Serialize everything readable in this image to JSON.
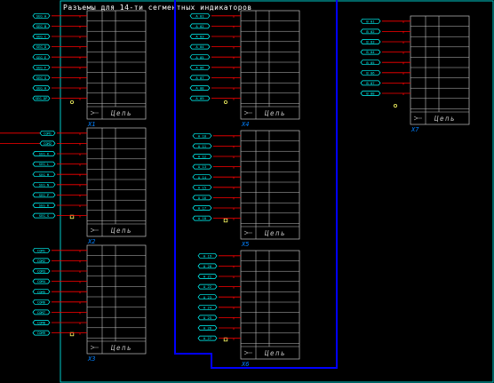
{
  "title": "Разъемы для 14-ти сегментных индикаторов",
  "colors": {
    "background": "#000000",
    "frame": "#00c8c8",
    "bus": "#0000ff",
    "table_line": "#c0c0c0",
    "wire": "#ff0000",
    "net_label": "#00ffff",
    "marker": "#ffff66",
    "designator": "#0080ff"
  },
  "table_footer_text": "Цепь",
  "connectors": [
    {
      "designator": "X1",
      "net_labels": [
        "SEG_A",
        "SEG_B",
        "SEG_C",
        "SEG_D",
        "SEG_E",
        "SEG_F",
        "SEG_G",
        "SEG_H",
        "SEG_DP"
      ]
    },
    {
      "designator": "X2",
      "net_labels": [
        "COM1",
        "COM2",
        "SEG_K",
        "SEG_L",
        "SEG_M",
        "SEG_N",
        "SEG_P",
        "SEG_R",
        "SEG_S"
      ]
    },
    {
      "designator": "X3",
      "net_labels": [
        "COM1",
        "COM2",
        "COM3",
        "COM4",
        "COM5",
        "COM6",
        "COM7",
        "COM8",
        "COM9"
      ]
    },
    {
      "designator": "X4",
      "net_labels": [
        "A_01",
        "A_02",
        "A_03",
        "A_04",
        "A_05",
        "A_06",
        "A_07",
        "A_08",
        "A_09"
      ]
    },
    {
      "designator": "X5",
      "net_labels": [
        "A_10",
        "A_11",
        "A_12",
        "A_13",
        "A_14",
        "A_15",
        "A_16",
        "A_17",
        "A_18"
      ]
    },
    {
      "designator": "X6",
      "net_labels": [
        "A_19",
        "A_20",
        "A_21",
        "A_22",
        "A_23",
        "A_24",
        "A_25",
        "A_26",
        "A_27"
      ]
    },
    {
      "designator": "X7",
      "net_labels": [
        "B_01",
        "B_02",
        "B_03",
        "B_04",
        "B_05",
        "B_06",
        "B_07",
        "B_08"
      ]
    }
  ]
}
